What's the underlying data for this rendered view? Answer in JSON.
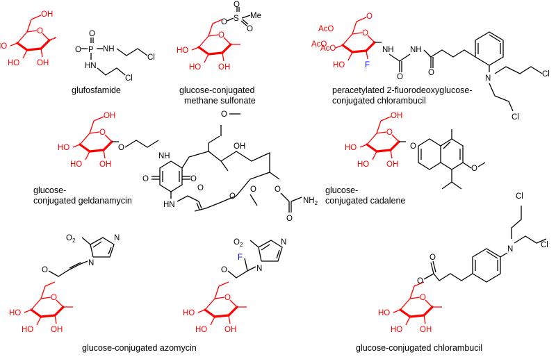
{
  "colors": {
    "glucose": "#ff0000",
    "fluorine": "#0000ff",
    "bond": "#000000"
  },
  "captions": {
    "glufosfamide": {
      "line1": "glufosfamide"
    },
    "sulfonate": {
      "line1": "glucose-conjugated",
      "line2": "methane sulfonate"
    },
    "fdg_chlorambucil": {
      "line1": "peracetylated 2-fluorodeoxyglucose-",
      "line2": "conjugated chlorambucil"
    },
    "geldanamycin": {
      "line1": "glucose-",
      "line2": "conjugated geldanamycin"
    },
    "cadalene": {
      "line1": "glucose-",
      "line2": "conjugated cadalene"
    },
    "azomycin": {
      "line1": "glucose-conjugated azomycin"
    },
    "chlorambucil": {
      "line1": "glucose-conjugated chlorambucil"
    }
  },
  "labels": {
    "OH": "OH",
    "HO": "HO",
    "O": "O",
    "NH": "NH",
    "HN": "HN",
    "Cl": "Cl",
    "P": "P",
    "S": "S",
    "Me": "Me",
    "AcO": "AcO",
    "F": "F",
    "N": "N",
    "NH2": "NH",
    "sub2": "2",
    "O2N": "O",
    "sub2n": "2",
    "Nn": "N"
  }
}
